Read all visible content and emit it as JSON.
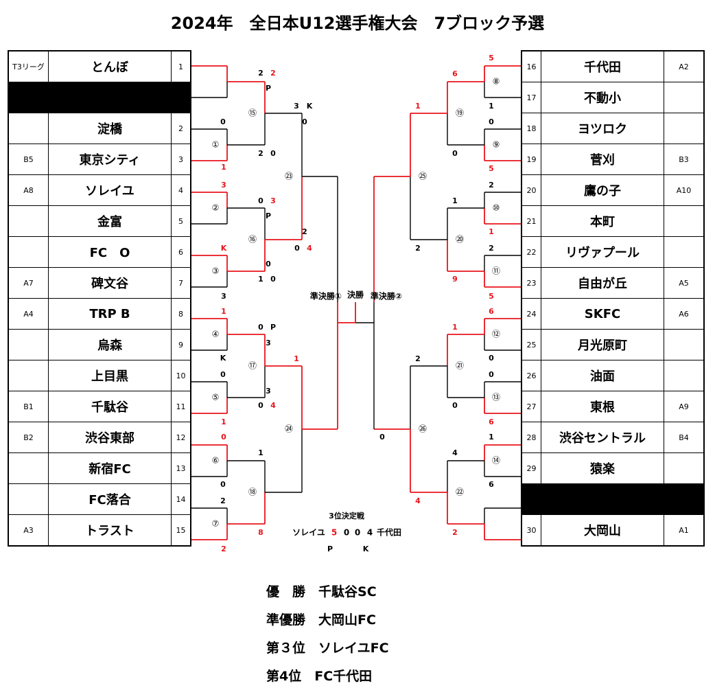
{
  "title": "2024年　全日本U12選手権大会　7ブロック予選",
  "left_slots": [
    {
      "tag": "T3リーグ",
      "name": "とんぼ",
      "num": "1"
    },
    {
      "bye": true
    },
    {
      "tag": "",
      "name": "淀橋",
      "num": "2"
    },
    {
      "tag": "B5",
      "name": "東京シティ",
      "num": "3"
    },
    {
      "tag": "A8",
      "name": "ソレイユ",
      "num": "4"
    },
    {
      "tag": "",
      "name": "金富",
      "num": "5"
    },
    {
      "tag": "",
      "name": "FC　O",
      "num": "6"
    },
    {
      "tag": "A7",
      "name": "碑文谷",
      "num": "7"
    },
    {
      "tag": "A4",
      "name": "TRP B",
      "num": "8"
    },
    {
      "tag": "",
      "name": "烏森",
      "num": "9"
    },
    {
      "tag": "",
      "name": "上目黒",
      "num": "10"
    },
    {
      "tag": "B1",
      "name": "千駄谷",
      "num": "11"
    },
    {
      "tag": "B2",
      "name": "渋谷東部",
      "num": "12"
    },
    {
      "tag": "",
      "name": "新宿FC",
      "num": "13"
    },
    {
      "tag": "",
      "name": "FC落合",
      "num": "14"
    },
    {
      "tag": "A3",
      "name": "トラスト",
      "num": "15"
    }
  ],
  "right_slots": [
    {
      "num": "16",
      "name": "千代田",
      "tag": "A2"
    },
    {
      "num": "17",
      "name": "不動小",
      "tag": ""
    },
    {
      "num": "18",
      "name": "ヨツロク",
      "tag": ""
    },
    {
      "num": "19",
      "name": "菅刈",
      "tag": "B3"
    },
    {
      "num": "20",
      "name": "鷹の子",
      "tag": "A10"
    },
    {
      "num": "21",
      "name": "本町",
      "tag": ""
    },
    {
      "num": "22",
      "name": "リヴァプール",
      "tag": ""
    },
    {
      "num": "23",
      "name": "自由が丘",
      "tag": "A5"
    },
    {
      "num": "24",
      "name": "SKFC",
      "tag": "A6"
    },
    {
      "num": "25",
      "name": "月光原町",
      "tag": ""
    },
    {
      "num": "26",
      "name": "油面",
      "tag": ""
    },
    {
      "num": "27",
      "name": "東根",
      "tag": "A9"
    },
    {
      "num": "28",
      "name": "渋谷セントラル",
      "tag": "B4"
    },
    {
      "num": "29",
      "name": "猿楽",
      "tag": ""
    },
    {
      "bye": true
    },
    {
      "num": "30",
      "name": "大岡山",
      "tag": "A1"
    }
  ],
  "bracket": {
    "match_labels": [
      "①",
      "②",
      "③",
      "④",
      "⑤",
      "⑥",
      "⑦",
      "⑧",
      "⑨",
      "⑩",
      "⑪",
      "⑫",
      "⑬",
      "⑭",
      "⑮",
      "⑯",
      "⑰",
      "⑱",
      "⑲",
      "⑳",
      "㉑",
      "㉒",
      "㉓",
      "㉔",
      "㉕",
      "㉖"
    ],
    "scores": [
      "2",
      "2",
      "P",
      "0",
      "2",
      "0",
      "3",
      "K",
      "0",
      "1",
      "3",
      "0",
      "3",
      "P",
      "0",
      "4",
      "2",
      "K",
      "0",
      "1",
      "0",
      "3",
      "1",
      "0",
      "P",
      "3",
      "K",
      "0",
      "3",
      "0",
      "4",
      "1",
      "0",
      "1",
      "0",
      "2",
      "8",
      "2",
      "1",
      "5",
      "6",
      "1",
      "1",
      "0",
      "5",
      "2",
      "1",
      "1",
      "0",
      "2",
      "9",
      "2",
      "5",
      "6",
      "1",
      "2",
      "0",
      "0",
      "6",
      "0",
      "1",
      "4",
      "6",
      "4",
      "2",
      "0"
    ],
    "semi_left": "準決勝①",
    "semi_right": "準決勝②",
    "final_label": "決勝",
    "third_label": "3位決定戦",
    "third_left_team": "ソレイユ",
    "third_right_team": "千代田",
    "third_scores": [
      "5",
      "0",
      "0",
      "4"
    ],
    "third_p": "P",
    "third_k": "K"
  },
  "colors": {
    "winner": "#e8141c",
    "line": "#000000"
  },
  "results": [
    {
      "rank": "優　勝",
      "team": "千駄谷SC"
    },
    {
      "rank": "準優勝",
      "team": "大岡山FC"
    },
    {
      "rank": "第３位",
      "team": "ソレイユFC"
    },
    {
      "rank": "第4位",
      "team": "FC千代田"
    }
  ]
}
